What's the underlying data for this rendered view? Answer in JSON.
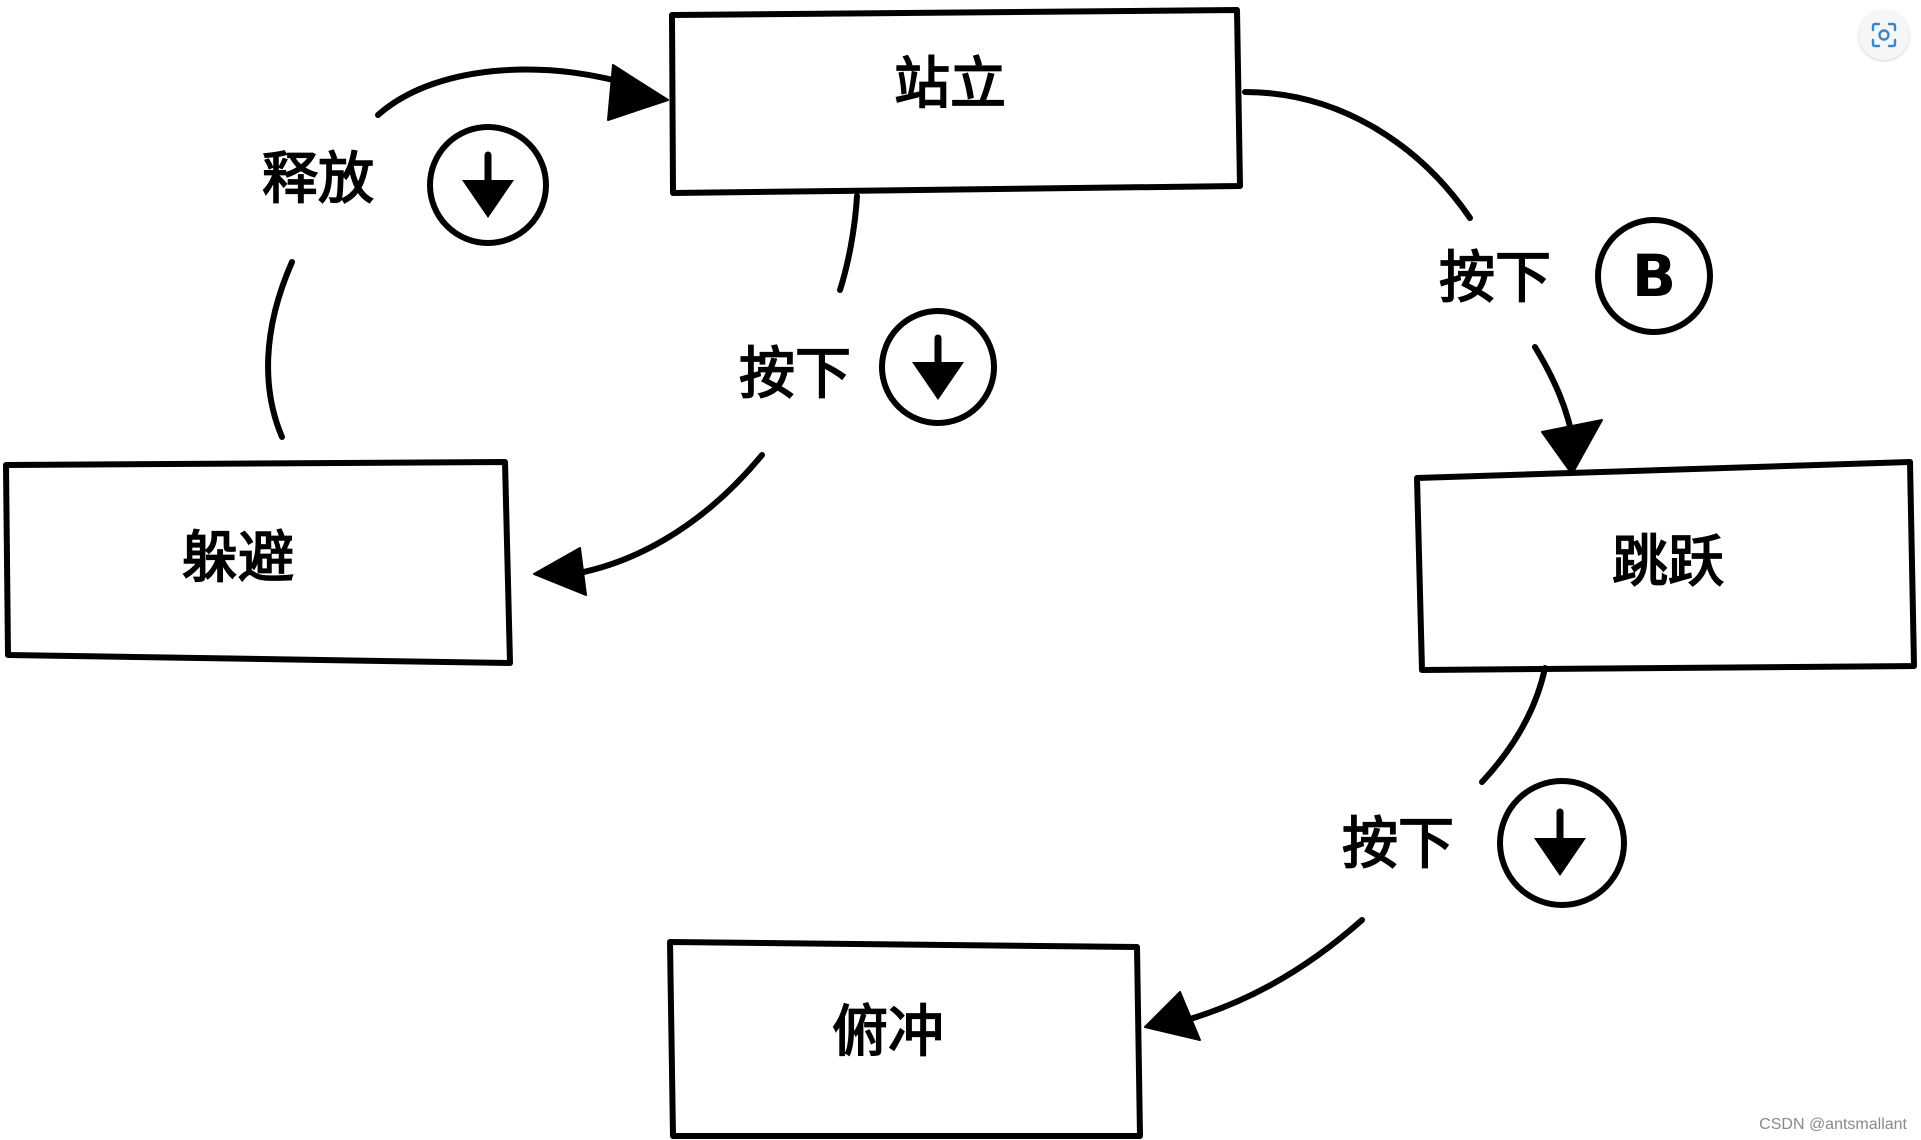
{
  "states": {
    "standing": "站立",
    "ducking": "躲避",
    "jumping": "跳跃",
    "diving": "俯冲"
  },
  "transitions": {
    "release_down": {
      "label": "释放",
      "key": "down-arrow-icon"
    },
    "press_down_to_duck": {
      "label": "按下",
      "key": "down-arrow-icon"
    },
    "press_b_to_jump": {
      "label": "按下",
      "key": "B"
    },
    "press_down_to_dive": {
      "label": "按下",
      "key": "down-arrow-icon"
    }
  },
  "toolbar": {
    "icon": "scan-icon"
  },
  "watermark": "CSDN @antsmallant"
}
